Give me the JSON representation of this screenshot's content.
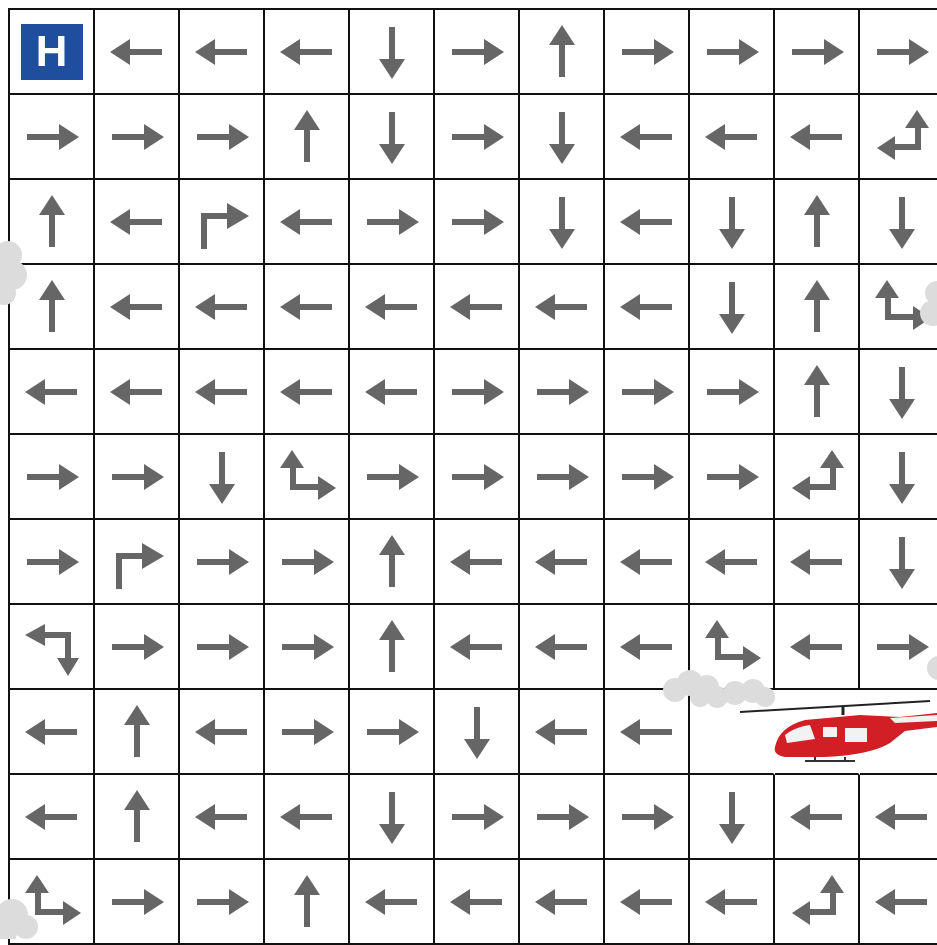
{
  "grid": [
    [
      "H",
      "left",
      "left",
      "left",
      "down",
      "right",
      "up",
      "right",
      "right",
      "right",
      "right"
    ],
    [
      "right",
      "right",
      "right",
      "up",
      "down",
      "right",
      "down",
      "left",
      "left",
      "left",
      "left-up"
    ],
    [
      "up",
      "left",
      "right-down",
      "left",
      "right",
      "right",
      "down",
      "left",
      "down",
      "up",
      "down"
    ],
    [
      "up",
      "left",
      "left",
      "left",
      "left",
      "left",
      "left",
      "left",
      "down",
      "up",
      "up-right"
    ],
    [
      "left",
      "left",
      "left",
      "left",
      "left",
      "right",
      "right",
      "right",
      "right",
      "up",
      "down"
    ],
    [
      "right",
      "right",
      "down",
      "up-right",
      "right",
      "right",
      "right",
      "right",
      "right",
      "left-up",
      "down"
    ],
    [
      "right",
      "right-down",
      "right",
      "right",
      "up",
      "left",
      "left",
      "left",
      "left",
      "left",
      "down"
    ],
    [
      "left-down",
      "right",
      "right",
      "right",
      "up",
      "left",
      "left",
      "left",
      "up-right",
      "left",
      "right"
    ],
    [
      "left",
      "up",
      "left",
      "right",
      "right",
      "down",
      "left",
      "left",
      "heli",
      "heli",
      "heli"
    ],
    [
      "left",
      "up",
      "left",
      "left",
      "down",
      "right",
      "right",
      "right",
      "down",
      "left",
      "left"
    ],
    [
      "up-right",
      "right",
      "right",
      "up",
      "left",
      "left",
      "left",
      "left",
      "left",
      "left-up",
      "left"
    ]
  ],
  "hospital": {
    "label": "H",
    "color": "#1f4e9e"
  },
  "arrow_color": "#666666",
  "helicopter": {
    "icon": "rescue-helicopter",
    "color": "#d21f26"
  }
}
